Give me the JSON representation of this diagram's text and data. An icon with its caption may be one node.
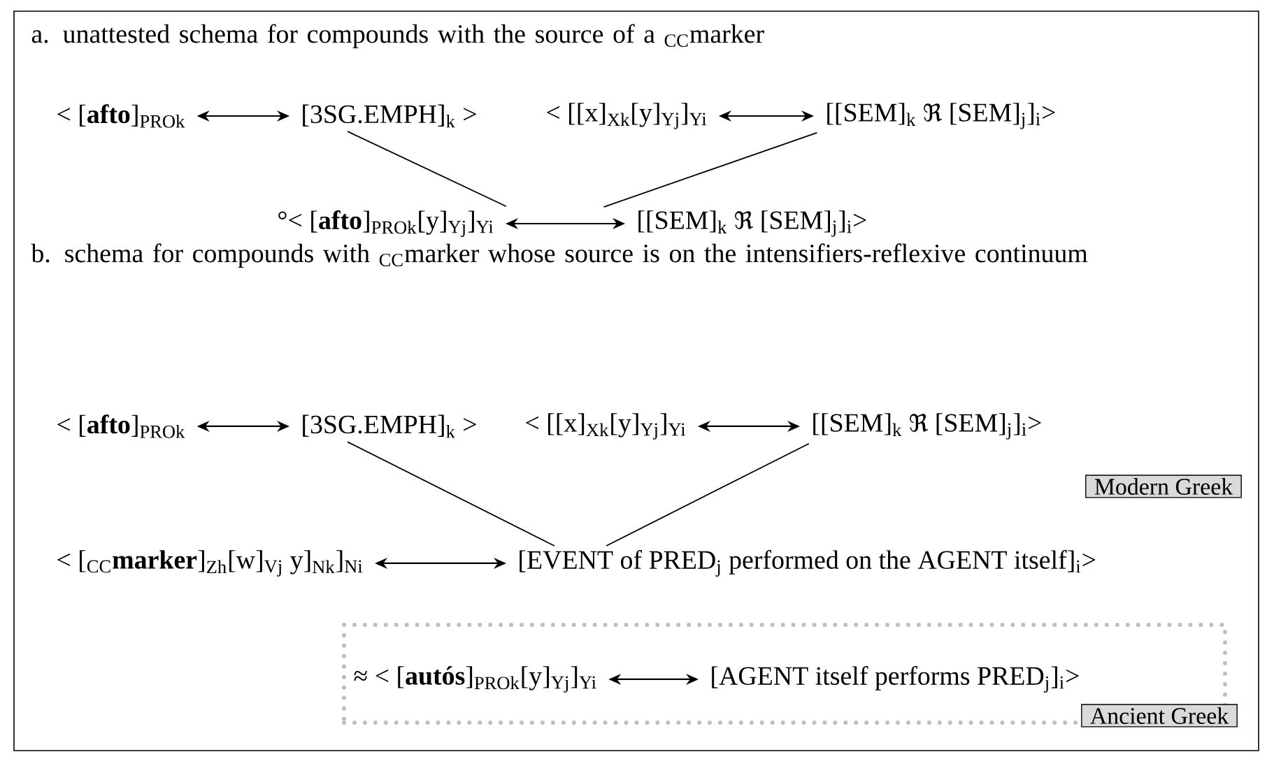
{
  "diagram": {
    "nodes": [
      {
        "text": [
          "< [**afto**]$_{PROk}$"
        ]
      },
      {
        "text": [
          "[3SG.EMPH]$_{k}$ >"
        ]
      },
      {
        "text": [
          "< [[x]$_{Xk}$[y]$_{Yj}$]$_{Yi}$"
        ]
      },
      {
        "text": [
          "[[SEM]$_{k}$ ℜ [SEM]$_{j}$]$_{i}$>"
        ]
      },
      {
        "text": [
          "°< [**afto**]$_{PROk}$[y]$_{Yj}$]$_{Yi}$"
        ]
      },
      {
        "text": [
          "[[SEM]$_{k}$ ℜ [SEM]$_{j}$]$_{i}$>"
        ]
      },
      {
        "text": [
          "< [**afto**]$_{PROk}$"
        ]
      },
      {
        "text": [
          "[3SG.EMPH]$_{k}$ >"
        ]
      },
      {
        "text": [
          "< [[x]$_{Xk}$[y]$_{Yj}$]$_{Yi}$"
        ]
      },
      {
        "text": [
          "[[SEM]$_{k}$ ℜ [SEM]$_{j}$]$_{i}$>"
        ]
      },
      {
        "text": [
          "Modern Greek"
        ]
      },
      {
        "text": [
          "< [$_{CC}$**marker**]$_{Zh}$[w]$_{Vj}$ y]$_{Nk}$]$_{Ni}$"
        ]
      },
      {
        "text": [
          "[EVENT of PRED$_{j}$ performed on the AGENT itself]$_{i}$>"
        ]
      },
      {
        "text": [],
        "shape": "box"
      },
      {
        "text": [
          "≈ < [**autós**]$_{PROk}$[y]$_{Yj}$]$_{Yi}$"
        ],
        "in": 13
      },
      {
        "text": [
          "[AGENT itself performs PRED$_{j}$]$_{i}$>"
        ],
        "in": 13
      },
      {
        "text": [
          "Ancient Greek"
        ]
      }
    ],
    "edges": [
      {
        "from": 0,
        "to": 1,
        "arrow": "both"
      },
      {
        "from": 2,
        "to": 3,
        "arrow": "both"
      },
      {
        "from": 1,
        "to": 4,
        "arrow": "none"
      },
      {
        "from": 3,
        "to": 5,
        "arrow": "none"
      },
      {
        "from": 4,
        "to": 5,
        "arrow": "both"
      },
      {
        "from": 6,
        "to": 7,
        "arrow": "both"
      },
      {
        "from": 8,
        "to": 9,
        "arrow": "both"
      },
      {
        "from": 7,
        "to": 12,
        "arrow": "none"
      },
      {
        "from": 9,
        "to": 12,
        "arrow": "none"
      },
      {
        "from": 11,
        "to": 12,
        "arrow": "both"
      },
      {
        "from": 14,
        "to": 15,
        "arrow": "both"
      }
    ],
    "labels": [
      "a. unattested schema for compounds with the source of a $_{CC}$marker",
      "b. schema for compounds with $_{CC}$marker whose source is on the intensifiers-reflexive continuum"
    ]
  }
}
